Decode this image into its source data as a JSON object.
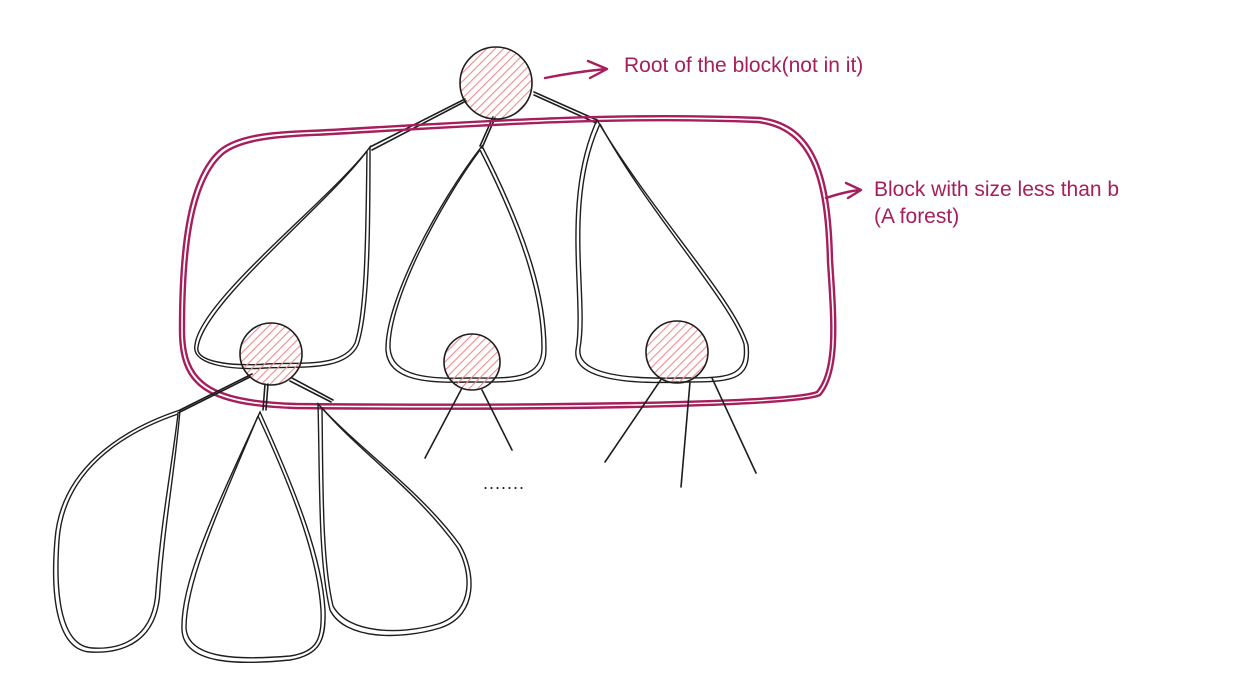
{
  "annotations": {
    "root_label": "Root of the block(not in it)",
    "block_label_line1": "Block with size less than b",
    "block_label_line2": "(A forest)",
    "ellipsis": "......."
  },
  "colors": {
    "accent": "#a61e5b",
    "node_fill": "#f08c8c",
    "stroke": "#1e1e1e",
    "background": "#ffffff"
  }
}
